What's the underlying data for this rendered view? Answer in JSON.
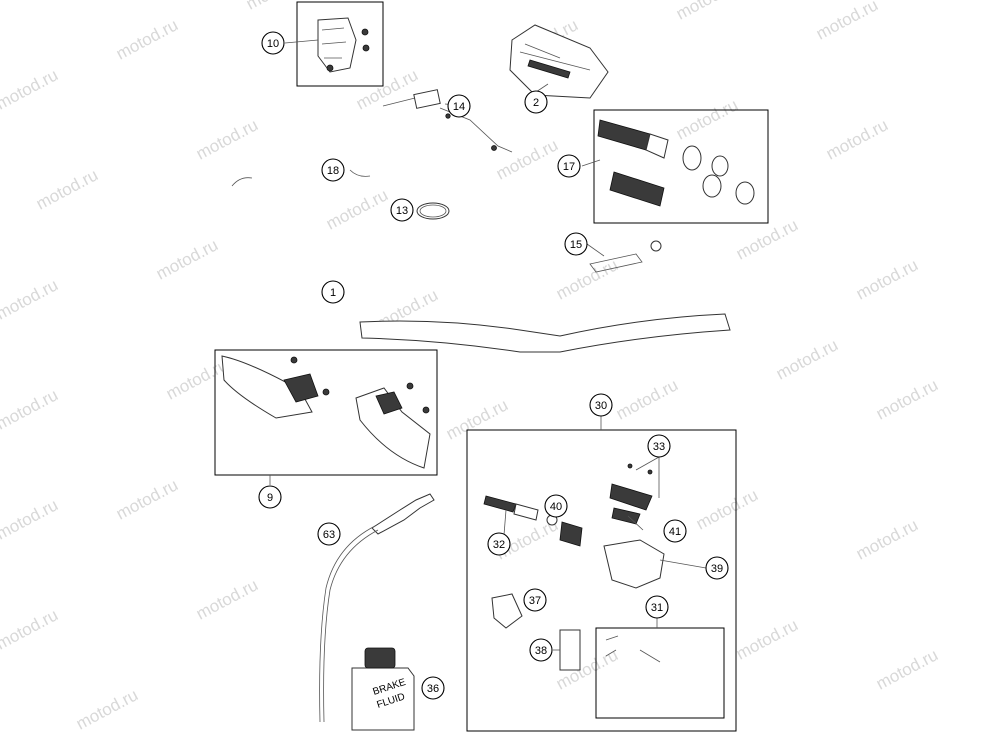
{
  "watermark": "motod.ru",
  "callouts": [
    {
      "id": "c10",
      "label": "10"
    },
    {
      "id": "c2",
      "label": "2"
    },
    {
      "id": "c14",
      "label": "14"
    },
    {
      "id": "c18",
      "label": "18"
    },
    {
      "id": "c17",
      "label": "17"
    },
    {
      "id": "c13",
      "label": "13"
    },
    {
      "id": "c15",
      "label": "15"
    },
    {
      "id": "c1",
      "label": "1"
    },
    {
      "id": "c9",
      "label": "9"
    },
    {
      "id": "c30",
      "label": "30"
    },
    {
      "id": "c33",
      "label": "33"
    },
    {
      "id": "c40",
      "label": "40"
    },
    {
      "id": "c41",
      "label": "41"
    },
    {
      "id": "c32",
      "label": "32"
    },
    {
      "id": "c39",
      "label": "39"
    },
    {
      "id": "c63",
      "label": "63"
    },
    {
      "id": "c37",
      "label": "37"
    },
    {
      "id": "c31",
      "label": "31"
    },
    {
      "id": "c38",
      "label": "38"
    },
    {
      "id": "c36",
      "label": "36"
    }
  ],
  "bottle_label": [
    "BRAKE",
    "FLUID"
  ]
}
